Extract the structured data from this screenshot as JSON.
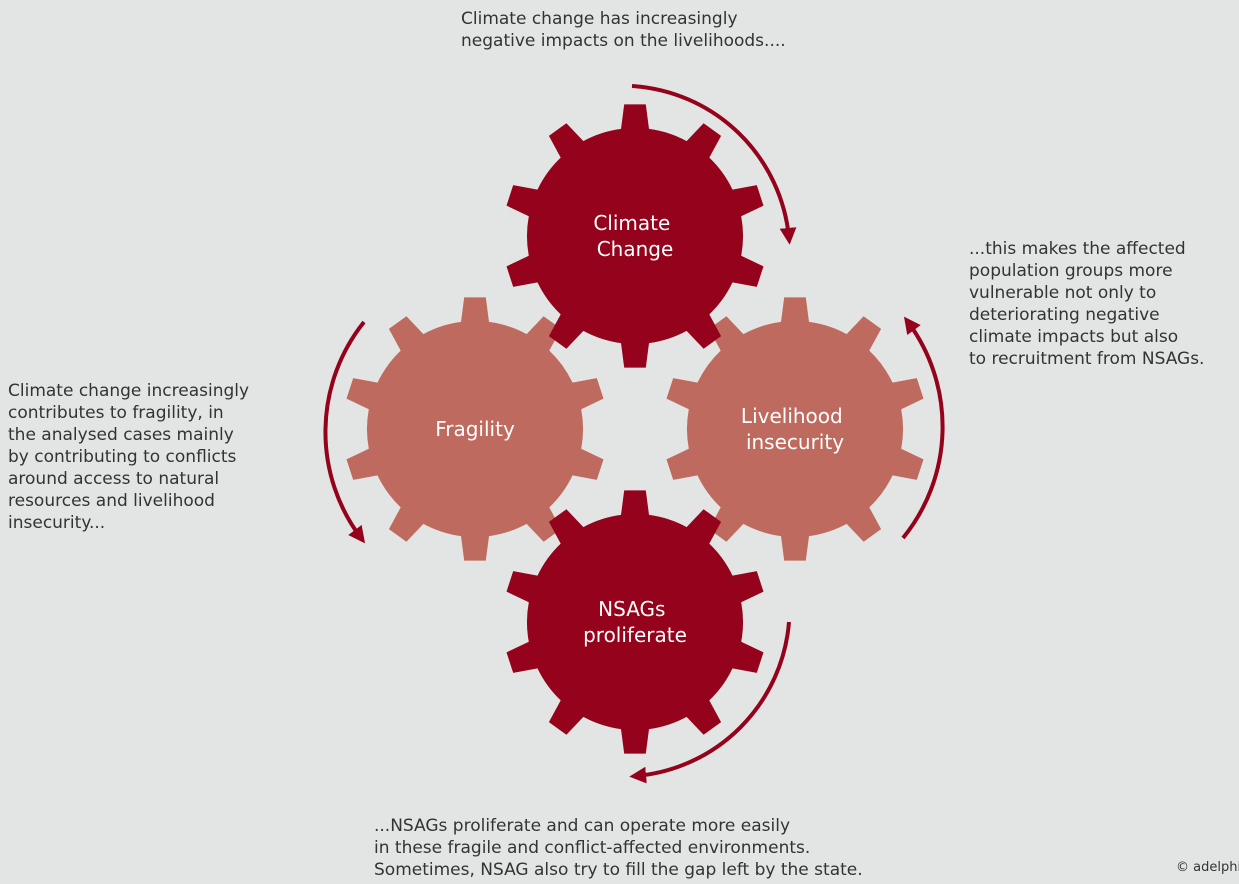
{
  "colors": {
    "background": "#e3e5e4",
    "dark_gear": "#95021c",
    "light_gear": "#bf6a5e",
    "arrow": "#95021c",
    "text": "#333333",
    "gear_text": "#ffffff"
  },
  "gears": [
    {
      "id": "climate-change",
      "lines": [
        "Climate",
        "Change"
      ],
      "tone": "dark"
    },
    {
      "id": "livelihood-insecurity",
      "lines": [
        "Livelihood",
        "insecurity"
      ],
      "tone": "light"
    },
    {
      "id": "fragility",
      "lines": [
        "Fragility"
      ],
      "tone": "light"
    },
    {
      "id": "nsags-proliferate",
      "lines": [
        "NSAGs",
        "proliferate"
      ],
      "tone": "dark"
    }
  ],
  "captions": {
    "top": [
      "Climate change has increasingly",
      "negative impacts on the livelihoods...."
    ],
    "right": [
      "...this makes the affected",
      "population groups more",
      "vulnerable not only to",
      "deteriorating negative",
      "climate impacts but also",
      "to recruitment from NSAGs."
    ],
    "left": [
      "Climate change increasingly",
      "contributes to fragility, in",
      "the analysed cases mainly",
      "by contributing to conflicts",
      "around access to natural",
      "resources and livelihood",
      "insecurity..."
    ],
    "bottom": [
      "...NSAGs proliferate and can operate more easily",
      "in these fragile and conflict-affected environments.",
      "Sometimes, NSAG also try to fill the gap left by the state."
    ]
  },
  "credit": "© adelphi"
}
